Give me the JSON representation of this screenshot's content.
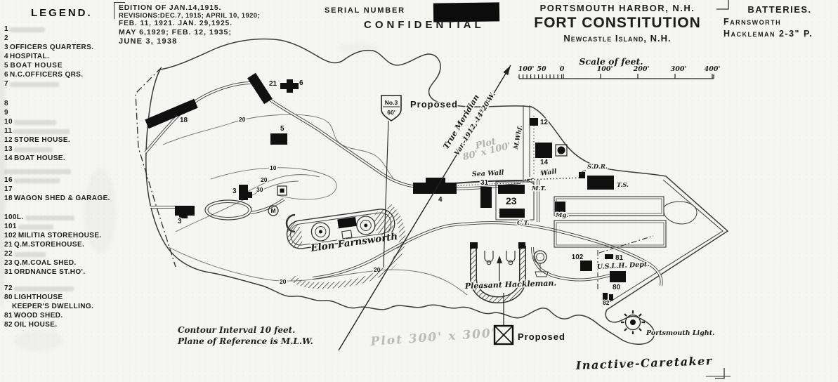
{
  "legend": {
    "title": "LEGEND.",
    "items": [
      {
        "num": "1",
        "label": ""
      },
      {
        "num": "2",
        "label": ""
      },
      {
        "num": "3",
        "label": "OFFICERS QUARTERS."
      },
      {
        "num": "4",
        "label": "HOSPITAL."
      },
      {
        "num": "5",
        "label": "BOAT HOUSE"
      },
      {
        "num": "6",
        "label": "N.C.OFFICERS QRS."
      },
      {
        "num": "7",
        "label": ""
      },
      {
        "num": "8",
        "label": ""
      },
      {
        "num": "9",
        "label": ""
      },
      {
        "num": "10",
        "label": ""
      },
      {
        "num": "11",
        "label": ""
      },
      {
        "num": "12",
        "label": "STORE HOUSE."
      },
      {
        "num": "13",
        "label": ""
      },
      {
        "num": "14",
        "label": "BOAT HOUSE."
      },
      {
        "num": "",
        "label": ""
      },
      {
        "num": "16",
        "label": ""
      },
      {
        "num": "17",
        "label": ""
      },
      {
        "num": "18",
        "label": "WAGON SHED & GARAGE."
      },
      {
        "num": "100L.",
        "label": ""
      },
      {
        "num": "101",
        "label": ""
      },
      {
        "num": "102",
        "label": "MILITIA STOREHOUSE."
      },
      {
        "num": "21",
        "label": "Q.M.STOREHOUSE."
      },
      {
        "num": "22",
        "label": ""
      },
      {
        "num": "23",
        "label": "Q.M.COAL SHED."
      },
      {
        "num": "31",
        "label": "ORDNANCE ST.HO'."
      },
      {
        "num": "72",
        "label": ""
      },
      {
        "num": "80",
        "label": "LIGHTHOUSE"
      },
      {
        "num": "",
        "label": "KEEPER'S DWELLING."
      },
      {
        "num": "81",
        "label": "WOOD SHED."
      },
      {
        "num": "82",
        "label": "OIL HOUSE."
      }
    ]
  },
  "edition": {
    "lines": [
      "EDITION OF JAN.14,1915.",
      "REVISIONS:DEC.7, 1915; APRIL 10, 1920;",
      "FEB. 11, 1921. JAN. 29,1925.",
      "MAY 6,1929; FEB. 12, 1935;",
      "JUNE 3, 1938"
    ]
  },
  "classification": {
    "serial_label": "SERIAL NUMBER",
    "stamp": "CONFIDENTIAL"
  },
  "title_block": {
    "harbor": "PORTSMOUTH HARBOR, N.H.",
    "fort": "FORT CONSTITUTION",
    "island": "Newcastle Island, N.H."
  },
  "batteries": {
    "title": "BATTERIES.",
    "items": [
      "Farnsworth",
      "Hackleman 2-3\" P."
    ]
  },
  "scale": {
    "title": "Scale of feet.",
    "labels": [
      "100'",
      "50",
      "0",
      "100'",
      "200'",
      "300'",
      "400'"
    ]
  },
  "map": {
    "shield": {
      "line1": "No.3",
      "line2": "60'"
    },
    "labels": {
      "proposed_battery": "Proposed",
      "proposed_building": "Proposed",
      "true_meridian": "True Meridian",
      "meridian_var": "Var. 1912, 14°20'W.",
      "sea_wall": "Sea Wall",
      "wall": "Wall",
      "mine_wharf": "M.Whf.",
      "sdr": "S.D.R.",
      "ts": "T.S.",
      "mt": "M.T.",
      "ct": "C.T.",
      "mg": "Mg.",
      "uslh": "U.S.L.H. Dept.",
      "battery_farnsworth": "Elon Farnsworth",
      "battery_hackleman": "Pleasant Hackleman.",
      "lighthouse": "Portsmouth Light.",
      "m_circle": "M"
    },
    "pencil": {
      "plot_small_l1": "Plot",
      "plot_small_l2": "80' x 100'",
      "plot_large": "Plot 300' x 300'"
    },
    "buildings": {
      "n21": "21",
      "n6": "6",
      "n18": "18",
      "n5": "5",
      "n3a": "3",
      "n3b": "3",
      "n4": "4",
      "n31": "31",
      "n23": "23",
      "n12": "12",
      "n14": "14",
      "n102": "102",
      "n81": "81",
      "n80": "80",
      "n82": "82"
    },
    "contours": [
      "20",
      "10",
      "20",
      "30",
      "20",
      "20"
    ],
    "notes": {
      "contour_line1": "Contour Interval 10 feet.",
      "contour_line2": "Plane of Reference is M.L.W.",
      "status": "Inactive-Caretaker"
    }
  }
}
